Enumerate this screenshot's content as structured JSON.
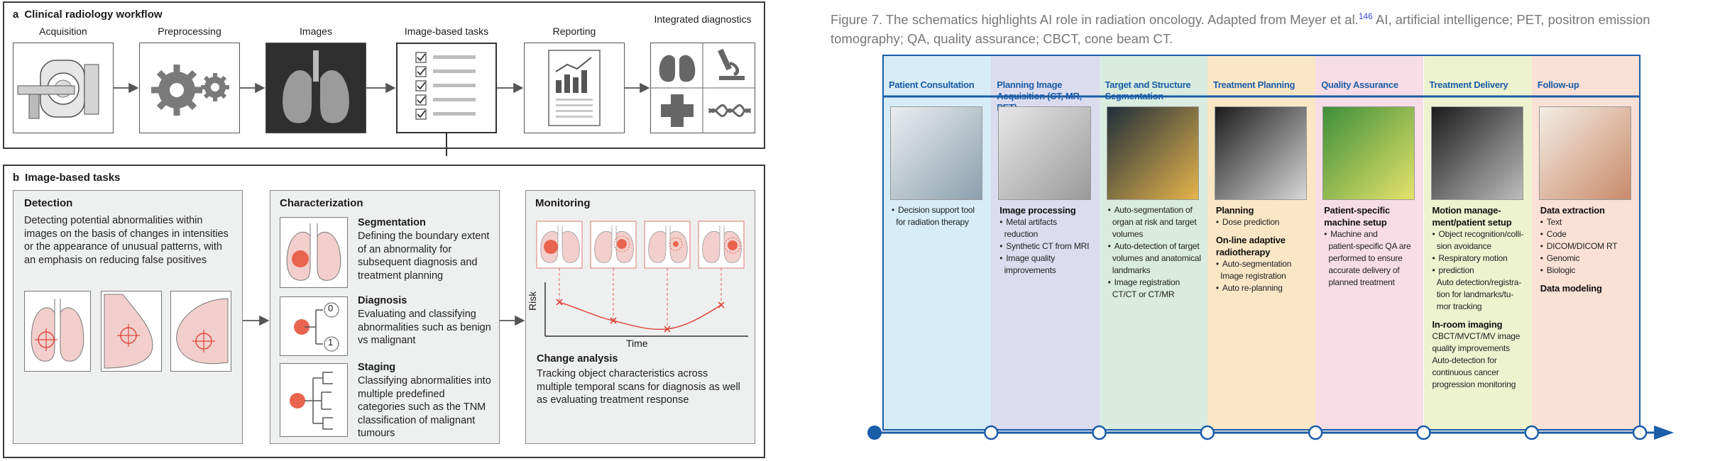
{
  "left_figure": {
    "panel_a": {
      "letter": "a",
      "title": "Clinical radiology workflow",
      "steps": [
        {
          "label": "Acquisition"
        },
        {
          "label": "Preprocessing"
        },
        {
          "label": "Images"
        },
        {
          "label": "Image-based tasks"
        },
        {
          "label": "Reporting"
        },
        {
          "label": "Integrated diagnostics"
        }
      ]
    },
    "panel_b": {
      "letter": "b",
      "title": "Image-based tasks",
      "detection": {
        "title": "Detection",
        "text": "Detecting potential abnormalities within images on the basis of changes in intensities or the appearance of unusual patterns, with an emphasis on reducing false positives"
      },
      "characterization": {
        "title": "Characterization",
        "segmentation": {
          "title": "Segmentation",
          "text": "Defining the boundary extent of an abnormality for subsequent diagnosis and treatment planning"
        },
        "diagnosis": {
          "title": "Diagnosis",
          "text": "Evaluating and classifying abnormalities such as benign vs malignant",
          "label_0": "0",
          "label_1": "1"
        },
        "staging": {
          "title": "Staging",
          "text": "Classifying abnormalities into multiple predefined categories such as the TNM classification of malignant tumours"
        }
      },
      "monitoring": {
        "title": "Monitoring",
        "y_axis": "Risk",
        "x_axis": "Time",
        "analysis_title": "Change analysis",
        "analysis_text": "Tracking object characteristics across multiple temporal scans for diagnosis as well as evaluating treatment response"
      }
    }
  },
  "right_figure": {
    "caption_prefix": "Figure 7.  The schematics highlights AI role in radiation oncology. Adapted from Meyer et al.",
    "caption_ref": "146",
    "caption_suffix": " AI, artificial intelligence; PET, positron emission tomography; QA, quality assurance; CBCT, cone beam CT.",
    "colors": {
      "border": "#1a5da8",
      "timeline": "#1a5da8"
    },
    "columns": [
      {
        "title": "Patient Consultation",
        "bg": "#d6ecf7",
        "lines": [
          {
            "k": "b",
            "t": "Decision support tool"
          },
          {
            "k": "p",
            "t": "   for radiation therapy"
          }
        ]
      },
      {
        "title": "Planning Image Acquisition (CT, MR, PET)",
        "bg": "#dcdcef",
        "lines": [
          {
            "k": "h",
            "t": "Image processing"
          },
          {
            "k": "b",
            "t": "Metal artifacts"
          },
          {
            "k": "p",
            "t": "   reduction"
          },
          {
            "k": "b",
            "t": "Synthetic CT from MRI"
          },
          {
            "k": "b",
            "t": "Image quality"
          },
          {
            "k": "p",
            "t": "   improvements"
          }
        ]
      },
      {
        "title": "Target and Structure Segmentation",
        "bg": "#d9ecdf",
        "lines": [
          {
            "k": "b",
            "t": "Auto-segmentation of"
          },
          {
            "k": "p",
            "t": "   organ at risk and target"
          },
          {
            "k": "p",
            "t": "   volumes"
          },
          {
            "k": "b",
            "t": "Auto-detection of target"
          },
          {
            "k": "p",
            "t": "   volumes and anatomical"
          },
          {
            "k": "p",
            "t": "   landmarks"
          },
          {
            "k": "b",
            "t": "Image registration"
          },
          {
            "k": "p",
            "t": "   CT/CT or CT/MR"
          }
        ]
      },
      {
        "title": "Treatment Planning",
        "bg": "#fbe7c6",
        "lines": [
          {
            "k": "h",
            "t": "Planning"
          },
          {
            "k": "b",
            "t": "Dose prediction"
          },
          {
            "k": "gap",
            "t": ""
          },
          {
            "k": "h",
            "t": "On-line adaptive"
          },
          {
            "k": "h",
            "t": "radiotherapy"
          },
          {
            "k": "b",
            "t": "Auto-segmentation"
          },
          {
            "k": "p",
            "t": "   Image registration"
          },
          {
            "k": "b",
            "t": "Auto re-planning"
          }
        ]
      },
      {
        "title": "Quality Assurance",
        "bg": "#f8dde6",
        "lines": [
          {
            "k": "h",
            "t": "Patient-specific"
          },
          {
            "k": "h",
            "t": "machine setup"
          },
          {
            "k": "b",
            "t": "Machine and"
          },
          {
            "k": "p",
            "t": "   patient-specific QA are"
          },
          {
            "k": "p",
            "t": "   performed to ensure"
          },
          {
            "k": "p",
            "t": "   accurate delivery of"
          },
          {
            "k": "p",
            "t": "   planned treatment"
          }
        ]
      },
      {
        "title": "Treatment Delivery",
        "bg": "#edf3cf",
        "lines": [
          {
            "k": "h",
            "t": "Motion manage-"
          },
          {
            "k": "h",
            "t": "ment/patient setup"
          },
          {
            "k": "b",
            "t": "Object recognition/colli-"
          },
          {
            "k": "p",
            "t": "   sion avoidance"
          },
          {
            "k": "b",
            "t": "Respiratory motion"
          },
          {
            "k": "b",
            "t": "prediction"
          },
          {
            "k": "p",
            "t": "   Auto detection/registra-"
          },
          {
            "k": "p",
            "t": "   tion for landmarks/tu-"
          },
          {
            "k": "p",
            "t": "   mor tracking"
          },
          {
            "k": "gap",
            "t": ""
          },
          {
            "k": "h",
            "t": "In-room imaging"
          },
          {
            "k": "p",
            "t": "CBCT/MVCT/MV image"
          },
          {
            "k": "p",
            "t": "quality improvements"
          },
          {
            "k": "p",
            "t": "Auto-detection for"
          },
          {
            "k": "p",
            "t": "continuous cancer"
          },
          {
            "k": "p",
            "t": "progression monitoring"
          }
        ]
      },
      {
        "title": "Follow-up",
        "bg": "#fbe0d6",
        "lines": [
          {
            "k": "h",
            "t": "Data extraction"
          },
          {
            "k": "b",
            "t": "Text"
          },
          {
            "k": "b",
            "t": "Code"
          },
          {
            "k": "b",
            "t": "DICOM/DICOM RT"
          },
          {
            "k": "b",
            "t": "Genomic"
          },
          {
            "k": "b",
            "t": "Biologic"
          },
          {
            "k": "gap",
            "t": ""
          },
          {
            "k": "h",
            "t": "Data modeling"
          }
        ]
      }
    ]
  }
}
